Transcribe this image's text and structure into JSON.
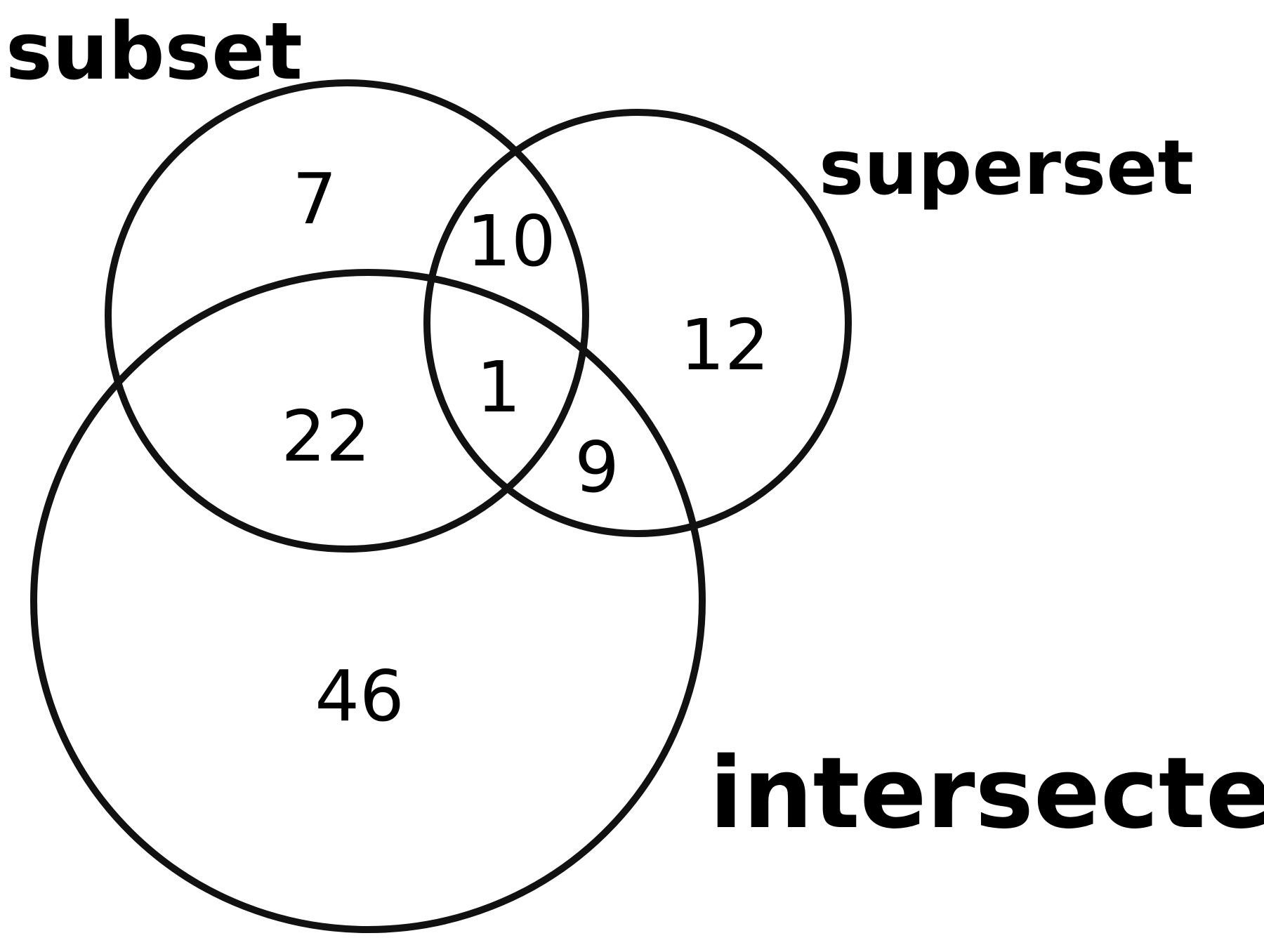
{
  "sets": {
    "subset": {
      "label": "subset"
    },
    "superset": {
      "label": "superset"
    },
    "intersected": {
      "label": "intersected"
    }
  },
  "regions": {
    "subset_only": 7,
    "subset_superset": 10,
    "superset_only": 12,
    "subset_intersected": 22,
    "all_three": 1,
    "superset_intersected": 9,
    "intersected_only": 46
  },
  "colors": {
    "stroke": "#111111",
    "text": "#000000",
    "background": "#ffffff"
  }
}
